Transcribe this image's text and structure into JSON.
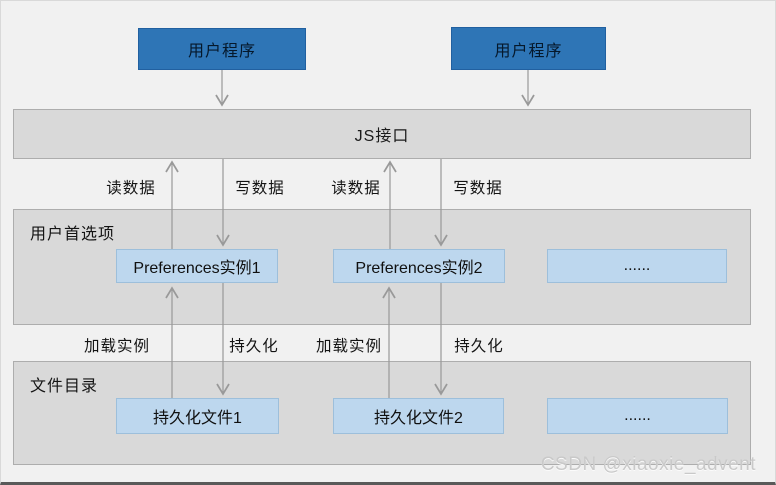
{
  "diagram": {
    "top_boxes": [
      {
        "label": "用户程序"
      },
      {
        "label": "用户程序"
      }
    ],
    "js_layer": {
      "label": "JS接口"
    },
    "prefs_layer": {
      "label": "用户首选项",
      "boxes": [
        {
          "label": "Preferences实例1"
        },
        {
          "label": "Preferences实例2"
        },
        {
          "label": "......"
        }
      ]
    },
    "files_layer": {
      "label": "文件目录",
      "boxes": [
        {
          "label": "持久化文件1"
        },
        {
          "label": "持久化文件2"
        },
        {
          "label": "......"
        }
      ]
    },
    "edge_labels": {
      "read_left": "读数据",
      "write_left": "写数据",
      "read_right": "读数据",
      "write_right": "写数据",
      "load_left": "加载实例",
      "persist_left": "持久化",
      "load_right": "加载实例",
      "persist_right": "持久化"
    },
    "watermark": "CSDN @xiaoxie_advent",
    "colors": {
      "program_box_fill": "#2e75b6",
      "program_box_border": "#2160a0",
      "layer_band_fill": "#d9d9d9",
      "layer_band_border": "#adadad",
      "item_box_fill": "#bdd7ee",
      "item_box_border": "#9dbfdb",
      "arrow": "#999999",
      "background": "#f1f1f1",
      "watermark": "#c9c9c9"
    }
  }
}
